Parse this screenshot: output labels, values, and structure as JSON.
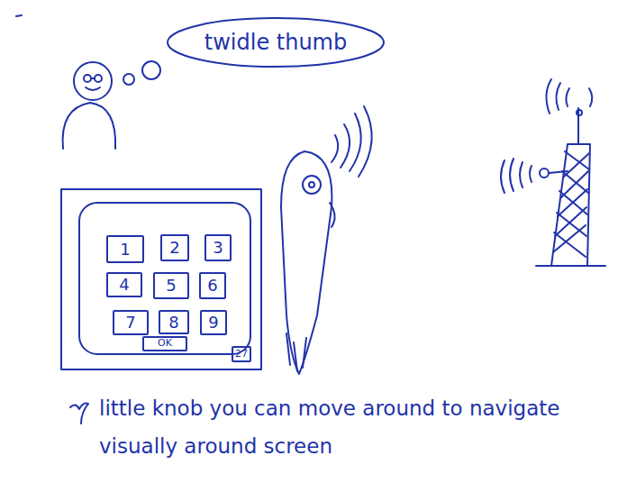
{
  "diagram": {
    "nodes": [
      {
        "text": [
          "twidle thumb"
        ]
      },
      {
        "text": [
          "1"
        ]
      },
      {
        "text": [
          "2"
        ]
      },
      {
        "text": [
          "3"
        ]
      },
      {
        "text": [
          "4"
        ]
      },
      {
        "text": [
          "5"
        ]
      },
      {
        "text": [
          "6"
        ]
      },
      {
        "text": [
          "7"
        ]
      },
      {
        "text": [
          "8"
        ]
      },
      {
        "text": [
          "9"
        ]
      },
      {
        "text": [
          "OK"
        ]
      },
      {
        "text": [
          "27"
        ]
      }
    ],
    "labels": [
      "little knob you can move around to navigate visually around screen"
    ]
  }
}
